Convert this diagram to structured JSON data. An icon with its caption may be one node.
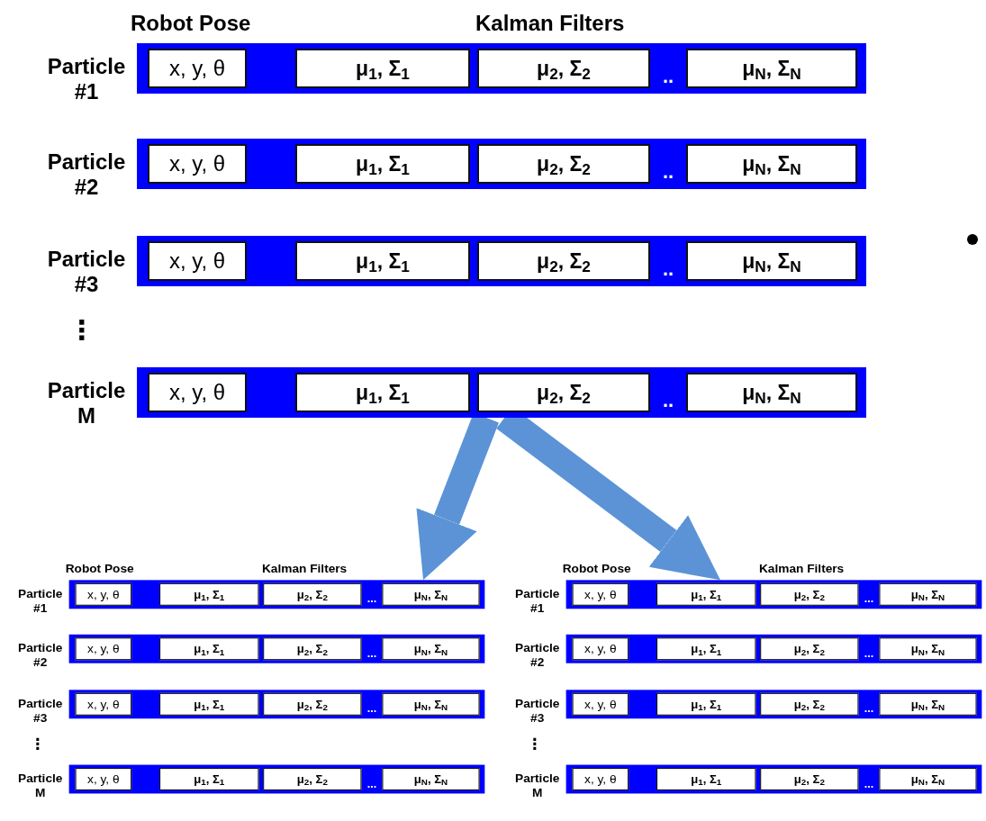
{
  "diagram": {
    "nodes": [
      {
        "text": [],
        "shape": "bar",
        "beside": [
          "Particle #1"
        ]
      },
      {
        "text": [
          "x, y, θ"
        ],
        "in": 0
      },
      {
        "text": [
          "μ$_{1}$, Σ$_{1}$"
        ],
        "in": 0
      },
      {
        "text": [
          "μ$_{2}$, Σ$_{2}$"
        ],
        "in": 0
      },
      {
        "text": [
          "μ$_{N}$, Σ$_{N}$"
        ],
        "in": 0
      },
      {
        "text": [],
        "shape": "bar",
        "beside": [
          "Particle #2"
        ]
      },
      {
        "text": [
          "x, y, θ"
        ],
        "in": 5
      },
      {
        "text": [
          "μ$_{1}$, Σ$_{1}$"
        ],
        "in": 5
      },
      {
        "text": [
          "μ$_{2}$, Σ$_{2}$"
        ],
        "in": 5
      },
      {
        "text": [
          "μ$_{N}$, Σ$_{N}$"
        ],
        "in": 5
      },
      {
        "text": [],
        "shape": "bar",
        "beside": [
          "Particle #3"
        ]
      },
      {
        "text": [
          "x, y, θ"
        ],
        "in": 10
      },
      {
        "text": [
          "μ$_{1}$, Σ$_{1}$"
        ],
        "in": 10
      },
      {
        "text": [
          "μ$_{2}$, Σ$_{2}$"
        ],
        "in": 10
      },
      {
        "text": [
          "μ$_{N}$, Σ$_{N}$"
        ],
        "in": 10
      },
      {
        "text": [],
        "shape": "bar",
        "beside": [
          "Particle M"
        ]
      },
      {
        "text": [
          "x, y, θ"
        ],
        "in": 15
      },
      {
        "text": [
          "μ$_{1}$, Σ$_{1}$"
        ],
        "in": 15
      },
      {
        "text": [
          "μ$_{2}$, Σ$_{2}$"
        ],
        "in": 15
      },
      {
        "text": [
          "μ$_{N}$, Σ$_{N}$"
        ],
        "in": 15
      },
      {
        "text": [],
        "shape": "bar",
        "beside": [
          "Particle #1"
        ]
      },
      {
        "text": [
          "x, y, θ"
        ],
        "in": 20
      },
      {
        "text": [
          "μ$_{1}$, Σ$_{1}$"
        ],
        "in": 20
      },
      {
        "text": [
          "μ$_{2}$, Σ$_{2}$"
        ],
        "in": 20
      },
      {
        "text": [
          "μ$_{N}$, Σ$_{N}$"
        ],
        "in": 20
      },
      {
        "text": [],
        "shape": "bar",
        "beside": [
          "Particle #2"
        ]
      },
      {
        "text": [
          "x, y, θ"
        ],
        "in": 25
      },
      {
        "text": [
          "μ$_{1}$, Σ$_{1}$"
        ],
        "in": 25
      },
      {
        "text": [
          "μ$_{2}$, Σ$_{2}$"
        ],
        "in": 25
      },
      {
        "text": [
          "μ$_{N}$, Σ$_{N}$"
        ],
        "in": 25
      },
      {
        "text": [],
        "shape": "bar",
        "beside": [
          "Particle #3"
        ]
      },
      {
        "text": [
          "x, y, θ"
        ],
        "in": 30
      },
      {
        "text": [
          "μ$_{1}$, Σ$_{1}$"
        ],
        "in": 30
      },
      {
        "text": [
          "μ$_{2}$, Σ$_{2}$"
        ],
        "in": 30
      },
      {
        "text": [
          "μ$_{N}$, Σ$_{N}$"
        ],
        "in": 30
      },
      {
        "text": [],
        "shape": "bar",
        "beside": [
          "Particle M"
        ]
      },
      {
        "text": [
          "x, y, θ"
        ],
        "in": 35
      },
      {
        "text": [
          "μ$_{1}$, Σ$_{1}$"
        ],
        "in": 35
      },
      {
        "text": [
          "μ$_{2}$, Σ$_{2}$"
        ],
        "in": 35
      },
      {
        "text": [
          "μ$_{N}$, Σ$_{N}$"
        ],
        "in": 35
      },
      {
        "text": [],
        "shape": "bar",
        "beside": [
          "Particle #1"
        ]
      },
      {
        "text": [
          "x, y, θ"
        ],
        "in": 40
      },
      {
        "text": [
          "μ$_{1}$, Σ$_{1}$"
        ],
        "in": 40
      },
      {
        "text": [
          "μ$_{2}$, Σ$_{2}$"
        ],
        "in": 40
      },
      {
        "text": [
          "μ$_{N}$, Σ$_{N}$"
        ],
        "in": 40
      },
      {
        "text": [],
        "shape": "bar",
        "beside": [
          "Particle #2"
        ]
      },
      {
        "text": [
          "x, y, θ"
        ],
        "in": 45
      },
      {
        "text": [
          "μ$_{1}$, Σ$_{1}$"
        ],
        "in": 45
      },
      {
        "text": [
          "μ$_{2}$, Σ$_{2}$"
        ],
        "in": 45
      },
      {
        "text": [
          "μ$_{N}$, Σ$_{N}$"
        ],
        "in": 45
      },
      {
        "text": [],
        "shape": "bar",
        "beside": [
          "Particle #3"
        ]
      },
      {
        "text": [
          "x, y, θ"
        ],
        "in": 50
      },
      {
        "text": [
          "μ$_{1}$, Σ$_{1}$"
        ],
        "in": 50
      },
      {
        "text": [
          "μ$_{2}$, Σ$_{2}$"
        ],
        "in": 50
      },
      {
        "text": [
          "μ$_{N}$, Σ$_{N}$"
        ],
        "in": 50
      },
      {
        "text": [],
        "shape": "bar",
        "beside": [
          "Particle M"
        ]
      },
      {
        "text": [
          "x, y, θ"
        ],
        "in": 55
      },
      {
        "text": [
          "μ$_{1}$, Σ$_{1}$"
        ],
        "in": 55
      },
      {
        "text": [
          "μ$_{2}$, Σ$_{2}$"
        ],
        "in": 55
      },
      {
        "text": [
          "μ$_{N}$, Σ$_{N}$"
        ],
        "in": 55
      }
    ],
    "edges": [
      {
        "from": 15,
        "to": 20,
        "arrow": "to"
      },
      {
        "from": 15,
        "to": 40,
        "arrow": "to"
      }
    ],
    "labels": [
      "Robot Pose",
      "Kalman Filters",
      "..",
      "..",
      "..",
      "⋮",
      "..",
      "Robot Pose",
      "Kalman Filters",
      "...",
      "...",
      "...",
      "⋮",
      "...",
      "Robot Pose",
      "Kalman Filters",
      "...",
      "...",
      "...",
      "⋮",
      "..."
    ]
  }
}
